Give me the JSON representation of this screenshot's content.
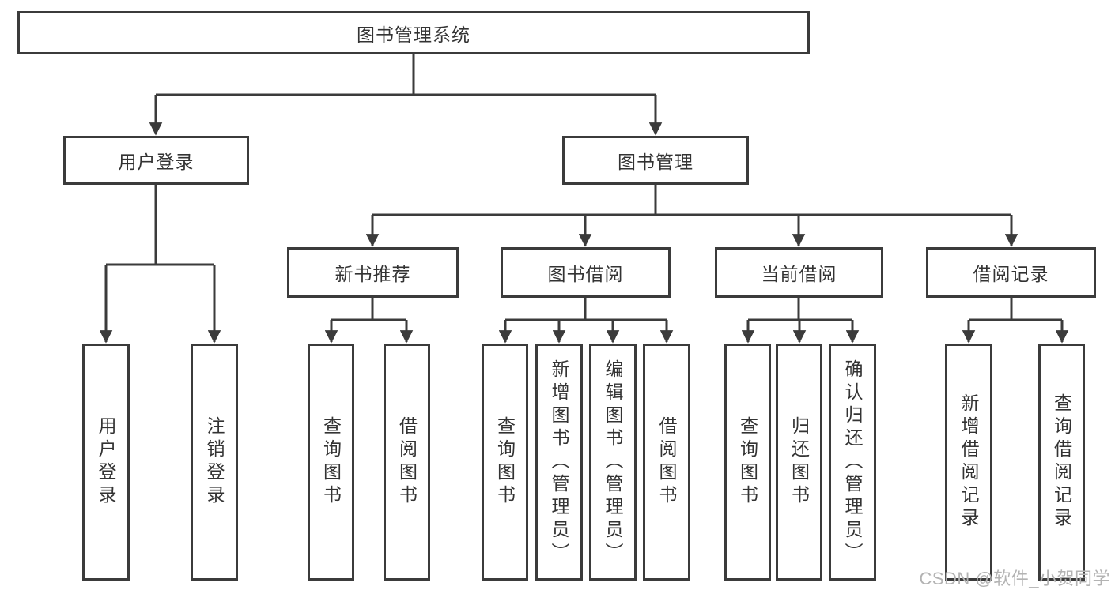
{
  "colors": {
    "line": "#3b3b3b",
    "text": "#333333",
    "watermark": "#b3b3b3"
  },
  "page": {
    "watermark": "CSDN @软件_小贺同学"
  },
  "tree": {
    "root": {
      "label": "图书管理系统"
    },
    "branches": [
      {
        "label": "用户登录",
        "children": [
          {
            "label": "用户登录"
          },
          {
            "label": "注销登录"
          }
        ]
      },
      {
        "label": "图书管理",
        "children": [
          {
            "label": "新书推荐",
            "children": [
              {
                "label": "查询图书"
              },
              {
                "label": "借阅图书"
              }
            ]
          },
          {
            "label": "图书借阅",
            "children": [
              {
                "label": "查询图书"
              },
              {
                "label": "新增图书（管理员）"
              },
              {
                "label": "编辑图书（管理员）"
              },
              {
                "label": "借阅图书"
              }
            ]
          },
          {
            "label": "当前借阅",
            "children": [
              {
                "label": "查询图书"
              },
              {
                "label": "归还图书"
              },
              {
                "label": "确认归还（管理员）"
              }
            ]
          },
          {
            "label": "借阅记录",
            "children": [
              {
                "label": "新增借阅记录"
              },
              {
                "label": "查询借阅记录"
              }
            ]
          }
        ]
      }
    ]
  }
}
